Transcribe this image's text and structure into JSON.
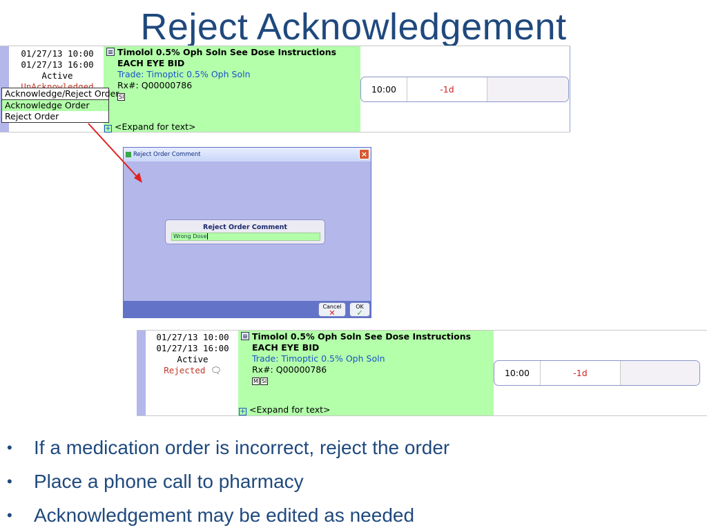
{
  "slide": {
    "title": "Reject Acknowledgement",
    "bullets": [
      "If a medication order is incorrect, reject the order",
      "Place a phone call to pharmacy",
      "Acknowledgement may be edited as needed"
    ]
  },
  "order_before": {
    "start": "01/27/13 10:00",
    "end": "01/27/13 16:00",
    "status": "Active",
    "ack_status": "UnAcknowledged",
    "drug_line": "Timolol 0.5% Oph Soln  See Dose Instructions",
    "dose_line": "EACH EYE BID",
    "trade_line": "Trade: Timoptic 0.5% Oph Soln",
    "rx_line": "Rx#: Q00000786",
    "tag_si": "SI",
    "expand": "<Expand for text>",
    "time": "10:00",
    "offset": "-1d"
  },
  "ack_menu": {
    "header": "Acknowledge/Reject Order",
    "items": [
      "Acknowledge Order",
      "Reject Order"
    ]
  },
  "dialog": {
    "title": "Reject Order Comment",
    "label": "Reject Order Comment",
    "value": "Wrong Dose",
    "cancel": "Cancel",
    "ok": "OK"
  },
  "order_after": {
    "start": "01/27/13 10:00",
    "end": "01/27/13 16:00",
    "status": "Active",
    "ack_status": "Rejected",
    "drug_line": "Timolol 0.5% Oph Soln  See Dose Instructions",
    "dose_line": "EACH EYE BID",
    "trade_line": "Trade: Timoptic 0.5% Oph Soln",
    "rx_line": "Rx#: Q00000786",
    "tag_m": "M",
    "tag_si": "SI",
    "expand": "<Expand for text>",
    "time": "10:00",
    "offset": "-1d"
  },
  "colors": {
    "title_blue": "#1f497d",
    "order_green": "#b3ffaa",
    "dialog_lavender": "#b3b7ea",
    "arrow_red": "#e02020"
  }
}
